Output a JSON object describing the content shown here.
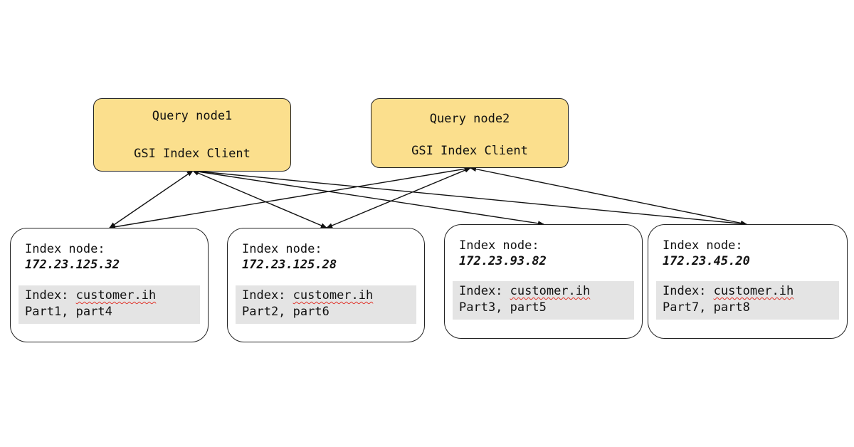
{
  "query_nodes": [
    {
      "id": "q1",
      "name": "Query node1",
      "client": "GSI Index Client"
    },
    {
      "id": "q2",
      "name": "Query node2",
      "client": "GSI Index Client"
    }
  ],
  "index_nodes": [
    {
      "id": "i1",
      "label": "Index node:",
      "ip": "172.23.125.32",
      "index_prefix": "Index: ",
      "index_name": "customer.ih",
      "parts": "Part1, part4"
    },
    {
      "id": "i2",
      "label": "Index node:",
      "ip": "172.23.125.28",
      "index_prefix": "Index: ",
      "index_name": "customer.ih",
      "parts": "Part2, part6"
    },
    {
      "id": "i3",
      "label": "Index node:",
      "ip": "172.23.93.82",
      "index_prefix": "Index: ",
      "index_name": "customer.ih",
      "parts": "Part3, part5"
    },
    {
      "id": "i4",
      "label": "Index node:",
      "ip": "172.23.45.20",
      "index_prefix": "Index: ",
      "index_name": "customer.ih",
      "parts": "Part7, part8"
    }
  ],
  "edges": [
    {
      "from": "q1",
      "to": "i1",
      "bidirectional": true
    },
    {
      "from": "q1",
      "to": "i2",
      "bidirectional": true
    },
    {
      "from": "q1",
      "to": "i3",
      "bidirectional": true
    },
    {
      "from": "q1",
      "to": "i4",
      "bidirectional": true
    },
    {
      "from": "q2",
      "to": "i1",
      "bidirectional": true
    },
    {
      "from": "q2",
      "to": "i2",
      "bidirectional": true
    },
    {
      "from": "q2",
      "to": "i4",
      "bidirectional": true
    }
  ],
  "colors": {
    "query_fill": "#fbdf8d",
    "index_fill": "#ffffff",
    "shade_fill": "#e4e4e4",
    "stroke": "#222222",
    "spellcheck_underline": "#e0342a"
  }
}
